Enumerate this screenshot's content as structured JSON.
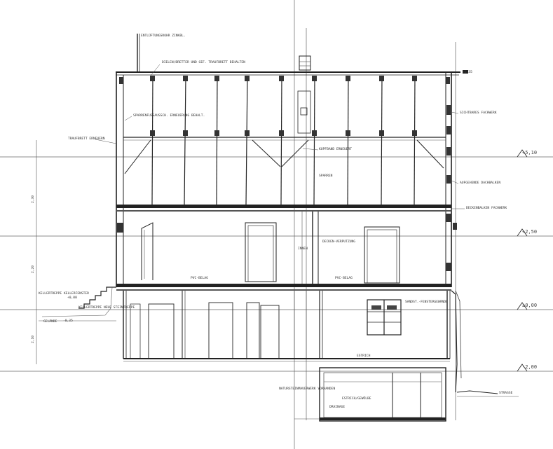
{
  "title": "",
  "labels": {
    "ventilation": "ENTLÜFTUNGSROHR ZINKBL.",
    "roof_boards": "DIELEN/BRETTER UND GEF. TRAUFBRETT BEHALTEN",
    "purlin_repair": "SPARRENFUSSAUSSCH. ERNEUERUNG BEHALT.",
    "rafter": "SPARREN",
    "gutter_note": "TRAUFBRETT ERNEUERN",
    "knee": "KOPFBAND ERNEUERT",
    "timber_frame": "SICHTBARES FACHWERK",
    "attic_beam": "AUFGEHENDE DACHBALKEN",
    "floor_beam": "DECKENBALKEN FACHWERK",
    "plaster": "DECKEN-VERPUTZUNG",
    "interior": "INNEN",
    "pvc_floor_1": "PVC-BELAG",
    "pvc_floor_2": "PVC-BELAG",
    "steps": "KELLERTREPPE KELLERFENSTER",
    "basement_window": "KELLERTREPPE NEUE STEINTREPPE",
    "ground_level": "GELÄNDE",
    "concrete_floor": "ESTRICH",
    "window_stone": "SANDST.-FENSTERGEWÄNDE",
    "stone_cellar": "NATURSTEINMAUERWERK VORHANDEN",
    "beton": "ESTRICH/GEWÖLBE",
    "drainage": "DRAINAGE",
    "street": "STRASSE"
  },
  "levels": {
    "l1": "+5,10",
    "l2": "+2,50",
    "l3": "±0,00",
    "l4": "-2,00"
  },
  "dims": {
    "d_roof": "+5,35",
    "d_ground": "+0,00",
    "d_base": "-0,35",
    "v1": "2,30",
    "v2": "2,20",
    "v3": "2,10"
  }
}
